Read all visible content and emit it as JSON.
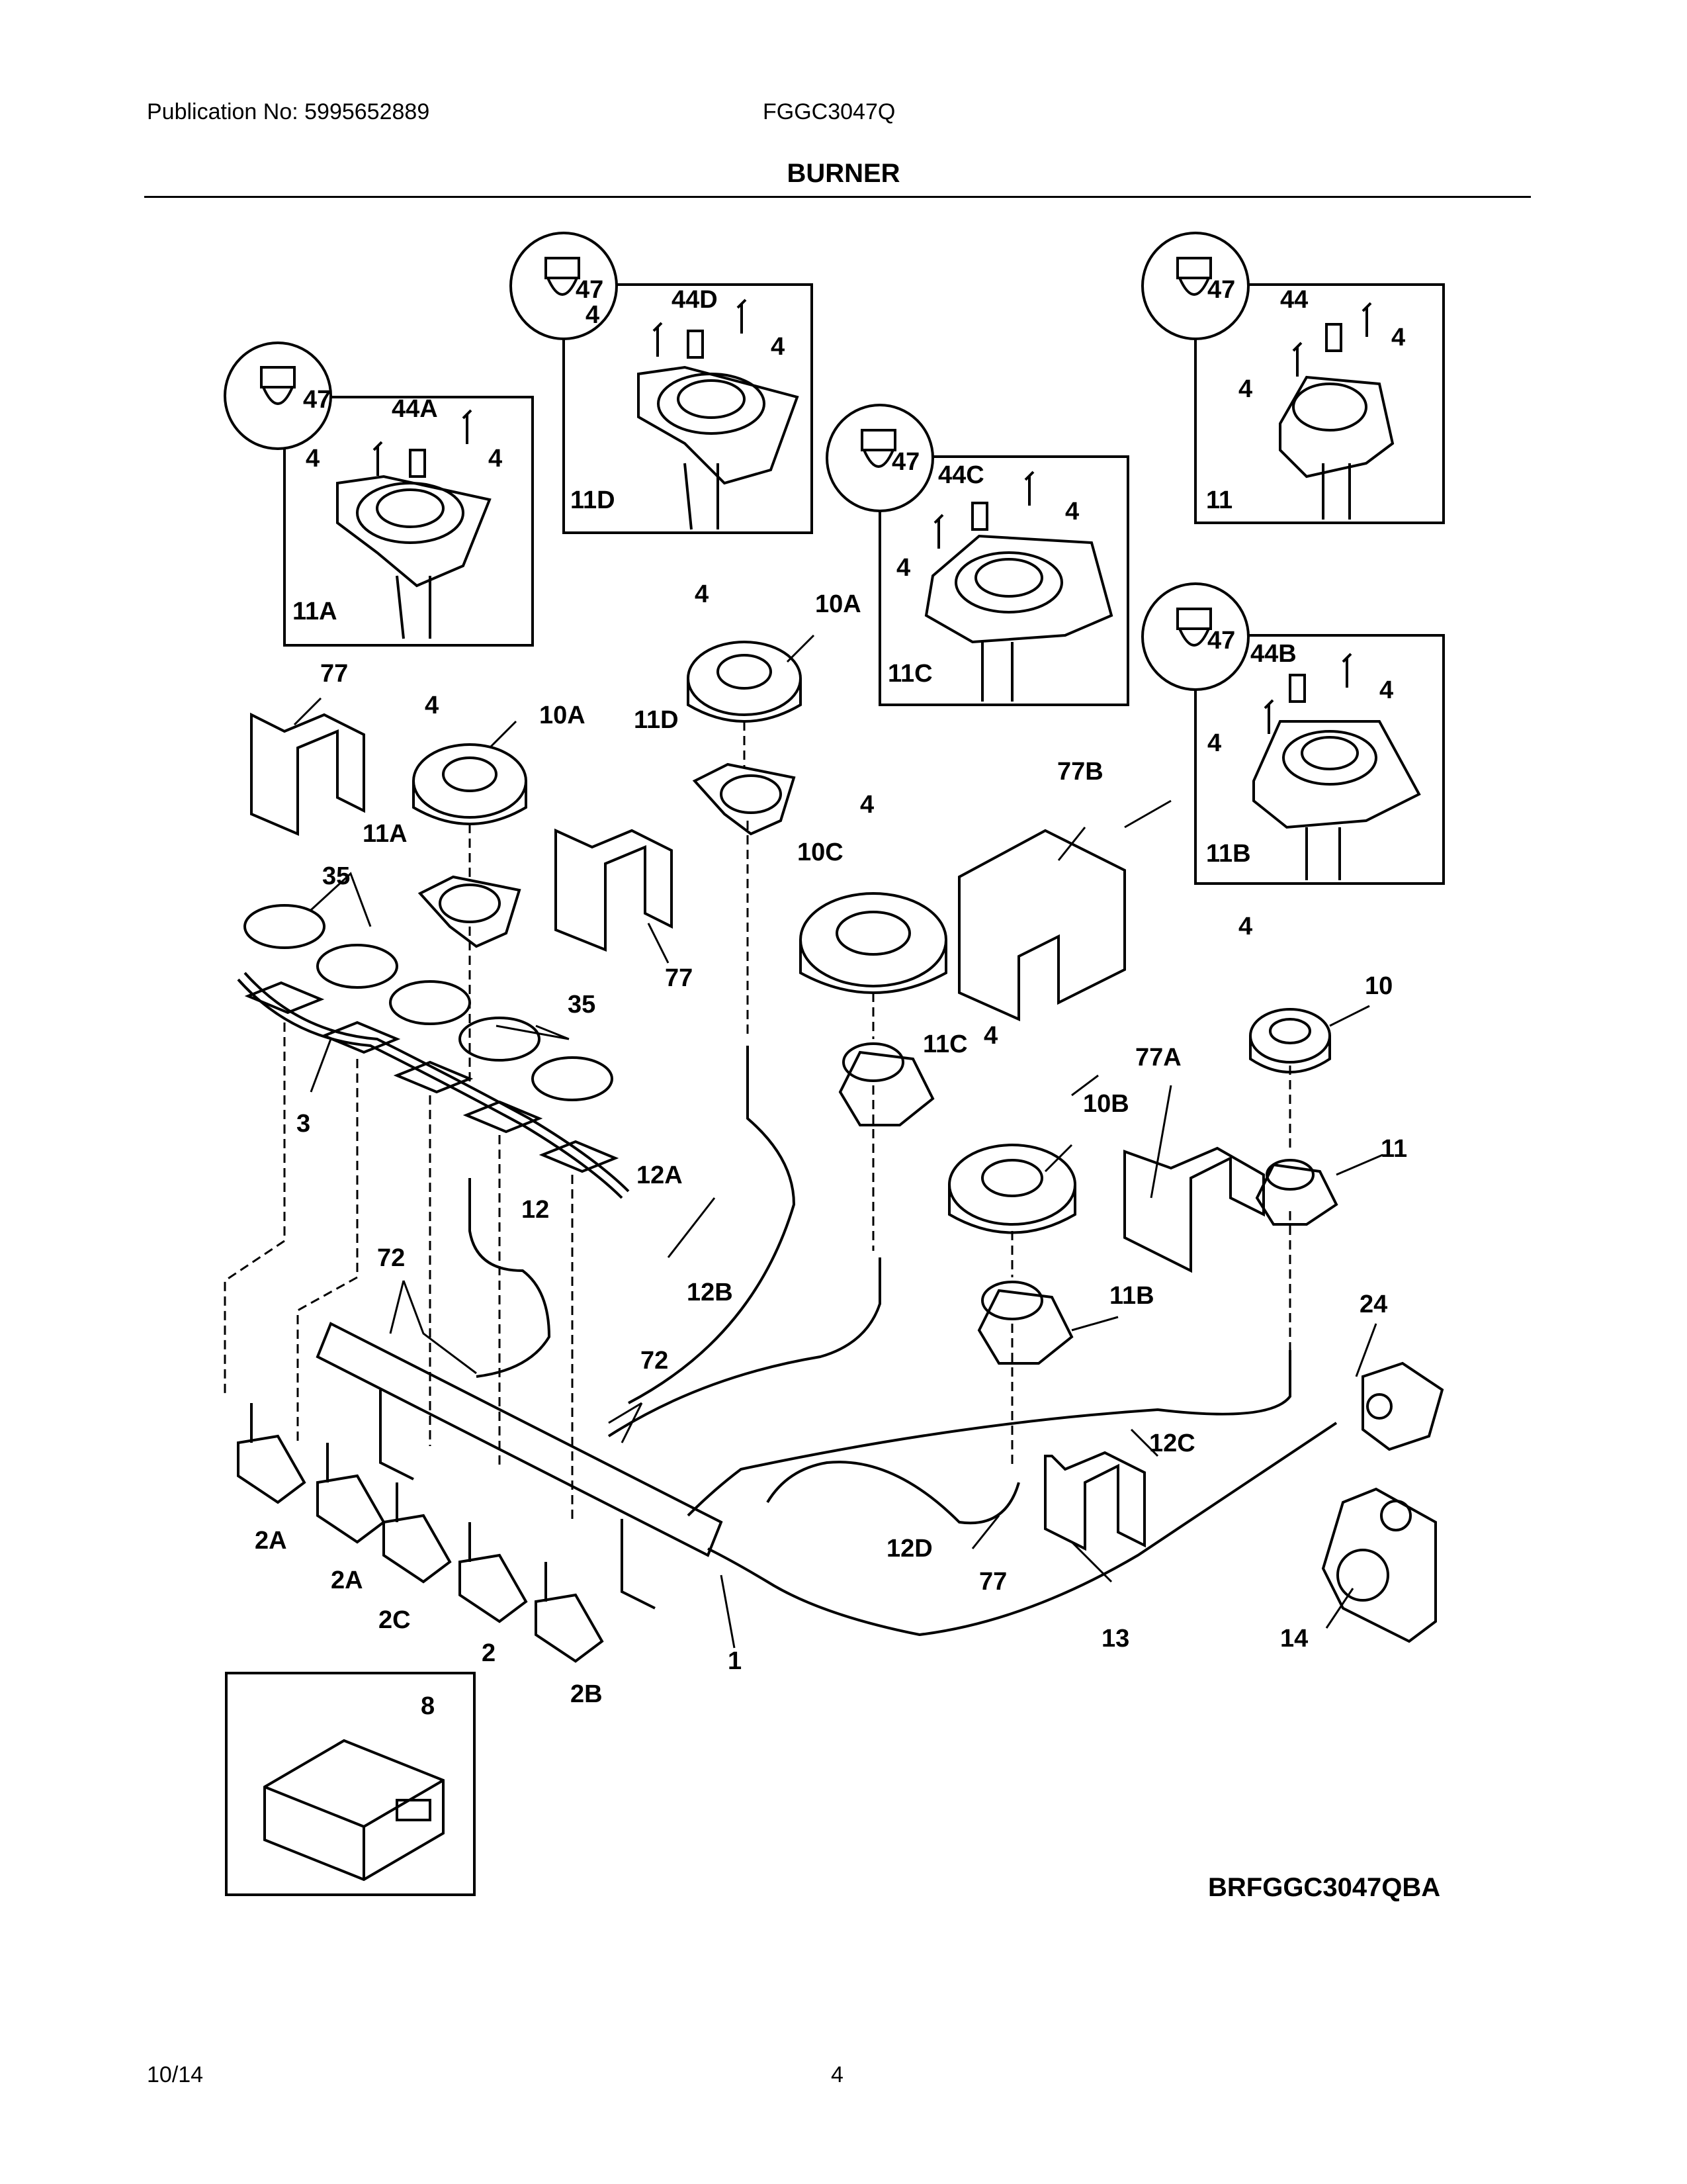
{
  "header": {
    "publication": "Publication No: 5995652889",
    "model": "FGGC3047Q",
    "section_title": "BURNER"
  },
  "callouts": {
    "c47": "47",
    "c44": "44",
    "c44A": "44A",
    "c44B": "44B",
    "c44C": "44C",
    "c44D": "44D",
    "c4": "4",
    "c11": "11",
    "c11A": "11A",
    "c11B": "11B",
    "c11C": "11C",
    "c11D": "11D",
    "c10": "10",
    "c10A": "10A",
    "c10B": "10B",
    "c10C": "10C",
    "c77": "77",
    "c77A": "77A",
    "c77B": "77B",
    "c35": "35",
    "c3": "3",
    "c12": "12",
    "c12A": "12A",
    "c12B": "12B",
    "c12C": "12C",
    "c12D": "12D",
    "c72": "72",
    "c24": "24",
    "c2": "2",
    "c2A": "2A",
    "c2B": "2B",
    "c2C": "2C",
    "c1": "1",
    "c13": "13",
    "c14": "14",
    "c8": "8"
  },
  "footer": {
    "drawing_code": "BRFGGC3047QBA",
    "date": "10/14",
    "page": "4"
  }
}
